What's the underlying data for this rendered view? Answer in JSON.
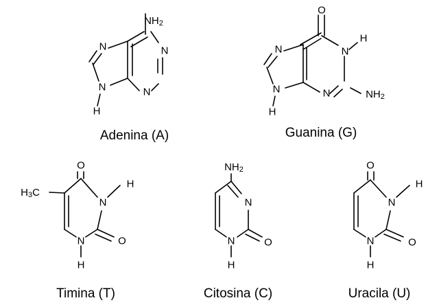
{
  "labels": {
    "adenine": "Adenina (A)",
    "guanine": "Guanina (G)",
    "thymine": "Timina (T)",
    "cytosine": "Citosina (C)",
    "uracil": "Uracila (U)"
  },
  "atoms": {
    "n": "N",
    "o": "O",
    "h": "H",
    "nh": "NH",
    "c": "C",
    "two": "2",
    "three": "3"
  }
}
